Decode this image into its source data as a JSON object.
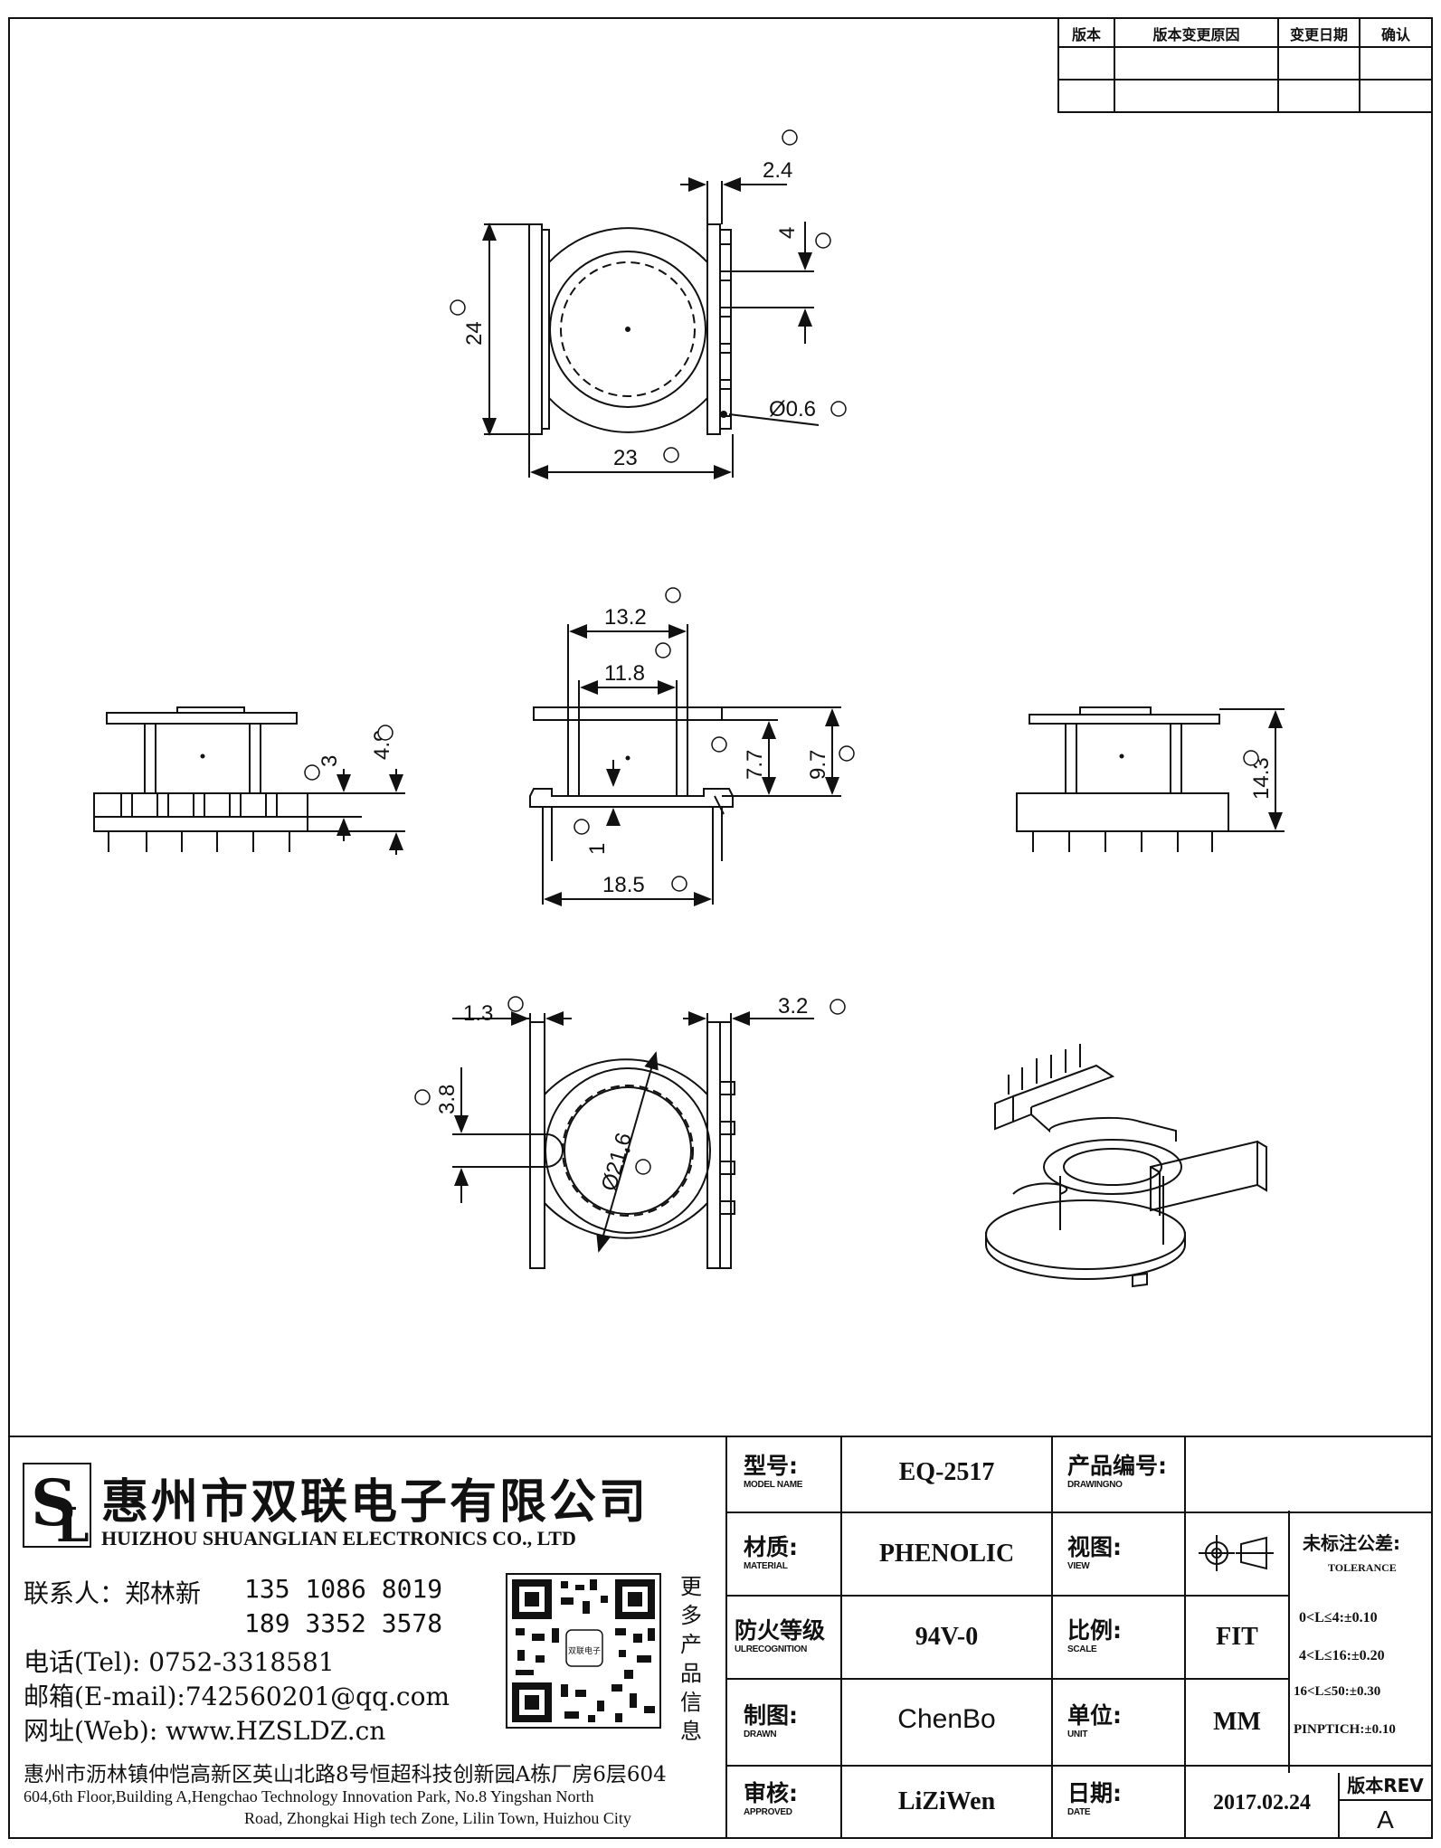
{
  "revision_table": {
    "headers": [
      "版本",
      "版本变更原因",
      "变更日期",
      "确认"
    ]
  },
  "dimensions": {
    "a": "2.4",
    "b": "4",
    "c": "24",
    "d": "Ø0.6",
    "e": "23",
    "f": "13.2",
    "g": "11.8",
    "h": "7.7",
    "i": "9.7",
    "j": "1",
    "k": "18.5",
    "l": "3",
    "m": "4.9",
    "n": "14.3",
    "o": "1.3",
    "p": "3.2",
    "q": "3.8",
    "r": "Ø21.6"
  },
  "company": {
    "name_cn": "惠州市双联电子有限公司",
    "name_en": "HUIZHOU SHUANGLIAN ELECTRONICS CO., LTD",
    "contact_label": "联系人：郑林新",
    "phone1": "135 1086 8019",
    "phone2": "189 3352 3578",
    "tel": "电话(Tel): 0752-3318581",
    "email": "邮箱(E-mail):742560201@qq.com",
    "web": "网址(Web): www.HZSLDZ.cn",
    "address_cn": "惠州市沥林镇仲恺高新区英山北路8号恒超科技创新园A栋厂房6层604",
    "address_en_1": "604,6th Floor,Building A,Hengchao Technology Innovation Park, No.8 Yingshan North",
    "address_en_2": "Road, Zhongkai High tech Zone, Lilin Town, Huizhou City",
    "qr_caption": "更多产品信息",
    "qr_center": "双联电子"
  },
  "title_block": {
    "model_label_cn": "型号:",
    "model_label_en": "MODEL NAME",
    "model_value": "EQ-2517",
    "drawingno_label_cn": "产品编号:",
    "drawingno_label_en": "DRAWINGNO",
    "material_label_cn": "材质:",
    "material_label_en": "MATERIAL",
    "material_value": "PHENOLIC",
    "view_label_cn": "视图:",
    "view_label_en": "VIEW",
    "fire_label_cn": "防火等级",
    "fire_label_en": "ULRECOGNITION",
    "fire_value": "94V-0",
    "scale_label_cn": "比例:",
    "scale_label_en": "SCALE",
    "scale_value": "FIT",
    "drawn_label_cn": "制图:",
    "drawn_label_en": "DRAWN",
    "drawn_value": "ChenBo",
    "unit_label_cn": "单位:",
    "unit_label_en": "UNIT",
    "unit_value": "MM",
    "approved_label_cn": "审核:",
    "approved_label_en": "APPROVED",
    "approved_value": "LiZiWen",
    "date_label_cn": "日期:",
    "date_label_en": "DATE",
    "date_value": "2017.02.24",
    "rev_label": "版本REV",
    "rev_value": "A",
    "tolerance_title": "未标注公差:",
    "tolerance_en": "TOLERANCE",
    "tol_1": "0<L≤4:±0.10",
    "tol_2": "4<L≤16:±0.20",
    "tol_3": "16<L≤50:±0.30",
    "tol_4": "PINPTICH:±0.10"
  }
}
